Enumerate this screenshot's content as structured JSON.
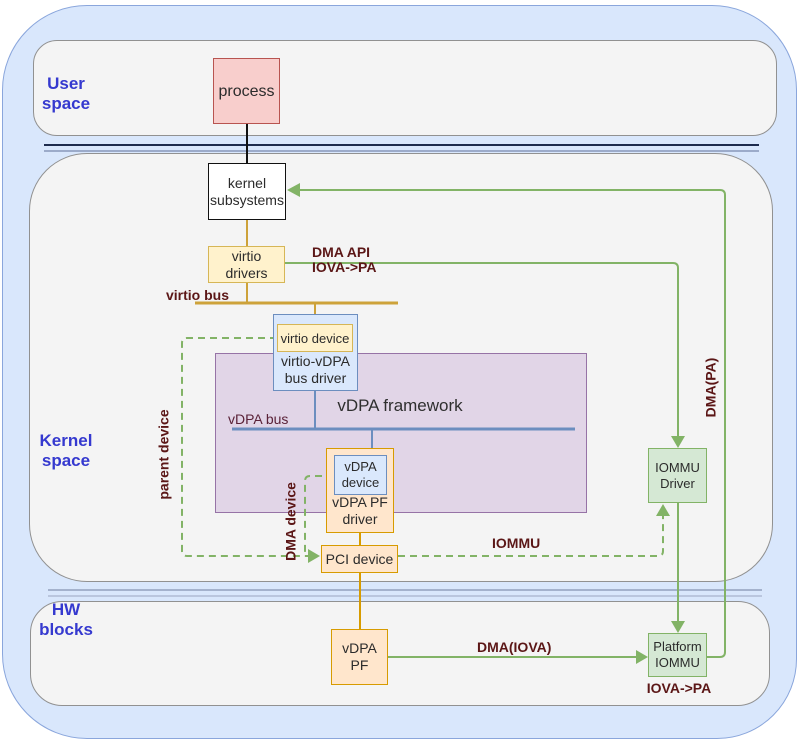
{
  "sections": {
    "user_space": "User\nspace",
    "kernel_space": "Kernel\nspace",
    "hw_blocks": "HW\nblocks"
  },
  "nodes": {
    "process": "process",
    "kernel_subsystems": "kernel\nsubsystems",
    "virtio_drivers": "virtio drivers",
    "virtio_device": "virtio device",
    "virtio_vdpa_bus_driver": "virtio-vDPA\nbus driver",
    "vdpa_framework": "vDPA framework",
    "vdpa_device": "vDPA\ndevice",
    "vdpa_pf_driver": "vDPA PF\ndriver",
    "pci_device": "PCI device",
    "iommu_driver": "IOMMU\nDriver",
    "vdpa_pf": "vDPA\nPF",
    "platform_iommu": "Platform\nIOMMU"
  },
  "edge_labels": {
    "virtio_bus": "virtio bus",
    "dma_api": "DMA API\nIOVA->PA",
    "vdpa_bus": "vDPA bus",
    "parent_device": "parent device",
    "dma_device": "DMA device",
    "iommu": "IOMMU",
    "dma_iova": "DMA(IOVA)",
    "dma_pa": "DMA(PA)",
    "iova_pa": "IOVA->PA"
  },
  "colors": {
    "outer_background": "#d9e7fc",
    "section_background": "#f4f4f4",
    "process_fill": "#f8cecc",
    "process_stroke": "#b85450",
    "yellow_fill": "#fff2cc",
    "yellow_stroke": "#d6b656",
    "orange_fill": "#ffe6cc",
    "orange_stroke": "#d79b00",
    "blue_fill": "#dae8fc",
    "blue_stroke": "#6c8ebf",
    "green_fill": "#d5e8d4",
    "green_stroke": "#82b366",
    "purple_fill": "#e1d5e7",
    "purple_stroke": "#9673a6",
    "wire_gold": "#cda23a",
    "wire_green": "#82b366",
    "label_maroon": "#5b1616",
    "label_blue": "#3539cf"
  }
}
